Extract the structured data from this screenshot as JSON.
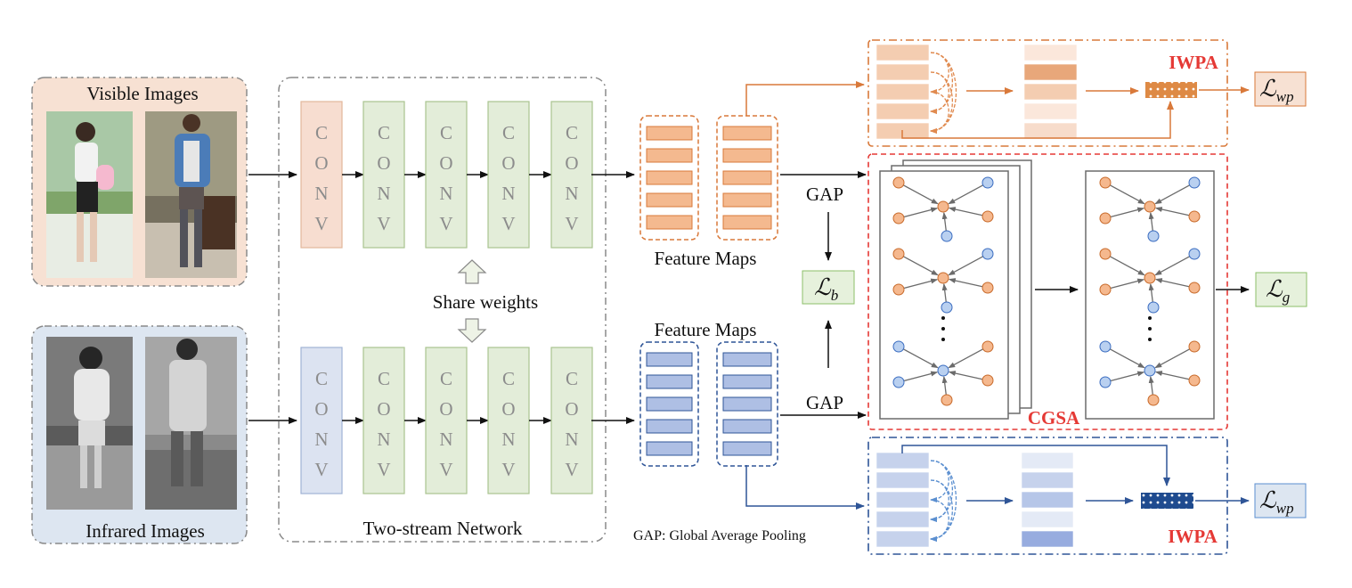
{
  "visible_panel": {
    "title": "Visible Images"
  },
  "infrared_panel": {
    "title": "Infrared Images"
  },
  "network": {
    "title": "Two-stream Network",
    "share_label": "Share weights",
    "conv_letters": [
      "C",
      "O",
      "N",
      "V"
    ]
  },
  "feature_maps": {
    "top_label": "Feature Maps",
    "bottom_label": "Feature Maps"
  },
  "gap": {
    "top": "GAP",
    "bottom": "GAP",
    "legend": "GAP: Global Average Pooling"
  },
  "losses": {
    "base": {
      "symbol": "ℒ",
      "sub": "b"
    },
    "global": {
      "symbol": "ℒ",
      "sub": "g"
    },
    "wp_top": {
      "symbol": "ℒ",
      "sub": "wp"
    },
    "wp_bottom": {
      "symbol": "ℒ",
      "sub": "wp"
    }
  },
  "modules": {
    "iwpa_top": "IWPA",
    "iwpa_bottom": "IWPA",
    "cgsa": "CGSA"
  },
  "colors": {
    "visible_bg": "#f7e1d3",
    "infrared_bg": "#dde6f1",
    "conv_first_top": "#f7ddd0",
    "conv_first_bottom": "#dce3f1",
    "conv_shared": "#e3edd9",
    "orange": "#d9793a",
    "blue": "#2f5597",
    "red": "#e53935",
    "loss_green": "#e6f1dc"
  }
}
